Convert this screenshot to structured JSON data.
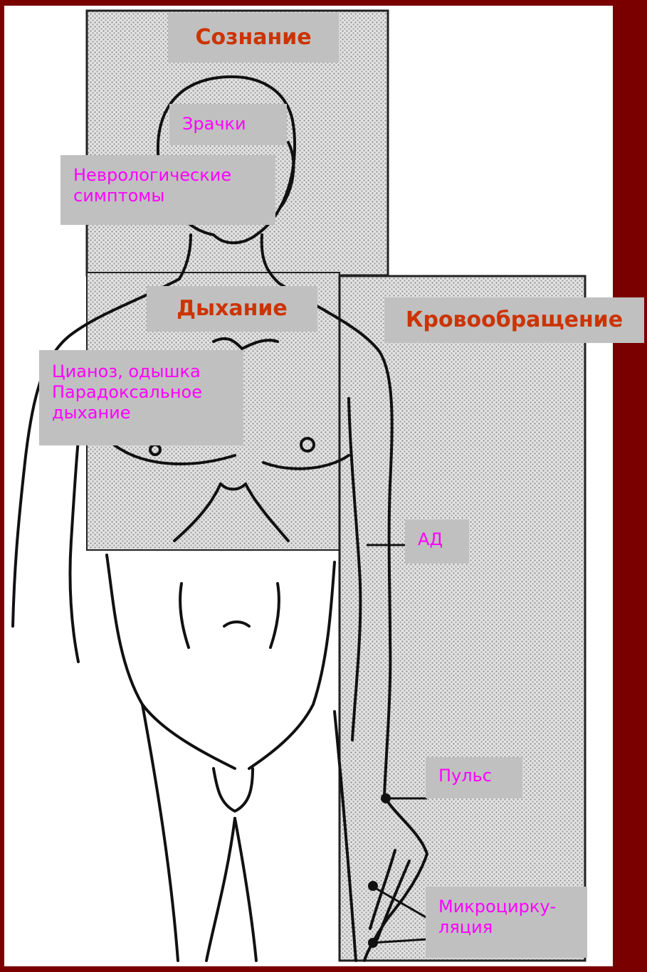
{
  "headings": {
    "consciousness": "Сознание",
    "breathing": "Дыхание",
    "circulation": "Кровообращение"
  },
  "notes": {
    "pupils": "Зрачки",
    "neuro": "Неврологические\nсимптомы",
    "cyanosis": "Цианоз, одышка\nПарадоксальное\nдыхание",
    "bp": "АД",
    "pulse": "Пульс",
    "microcirc": "Микроцирку-\nляция"
  },
  "colors": {
    "background": "#7a0000",
    "heading_text": "#cc3300",
    "note_text": "#ff00ff",
    "label_fill": "#c0c0c0",
    "region_fill": "#dcdcdc"
  }
}
